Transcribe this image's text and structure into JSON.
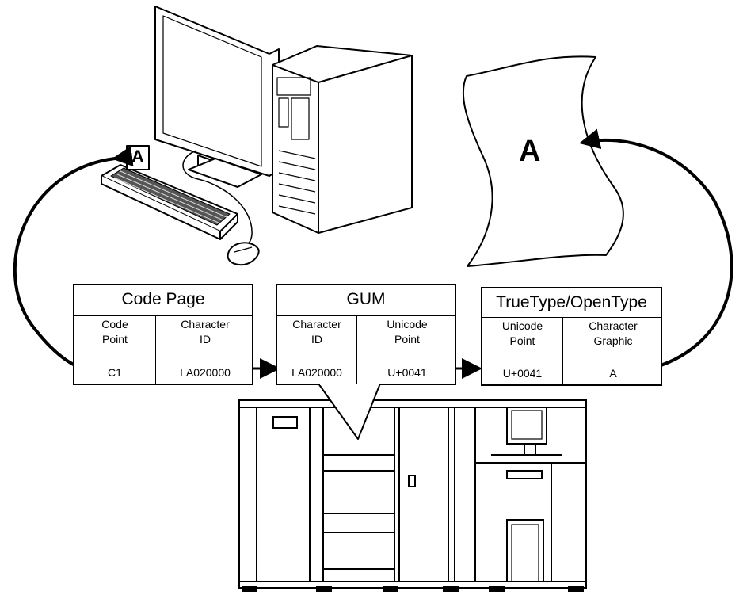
{
  "keyboard_glyph": "A",
  "paper_glyph": "A",
  "tables": {
    "code_page": {
      "title": "Code Page",
      "col1_header": "Code\nPoint",
      "col2_header": "Character\nID",
      "col1_value": "C1",
      "col2_value": "LA020000"
    },
    "gum": {
      "title": "GUM",
      "col1_header": "Character\nID",
      "col2_header": "Unicode\nPoint",
      "col1_value": "LA020000",
      "col2_value": "U+0041"
    },
    "truetype": {
      "title": "TrueType/OpenType",
      "col1_header": "Unicode\nPoint",
      "col2_header": "Character\nGraphic",
      "col1_value": "U+0041",
      "col2_value": "A"
    }
  },
  "icons": [
    "computer-tower-icon",
    "monitor-icon",
    "keyboard-icon",
    "mouse-icon",
    "paper-sheet-icon",
    "printer-icon"
  ]
}
